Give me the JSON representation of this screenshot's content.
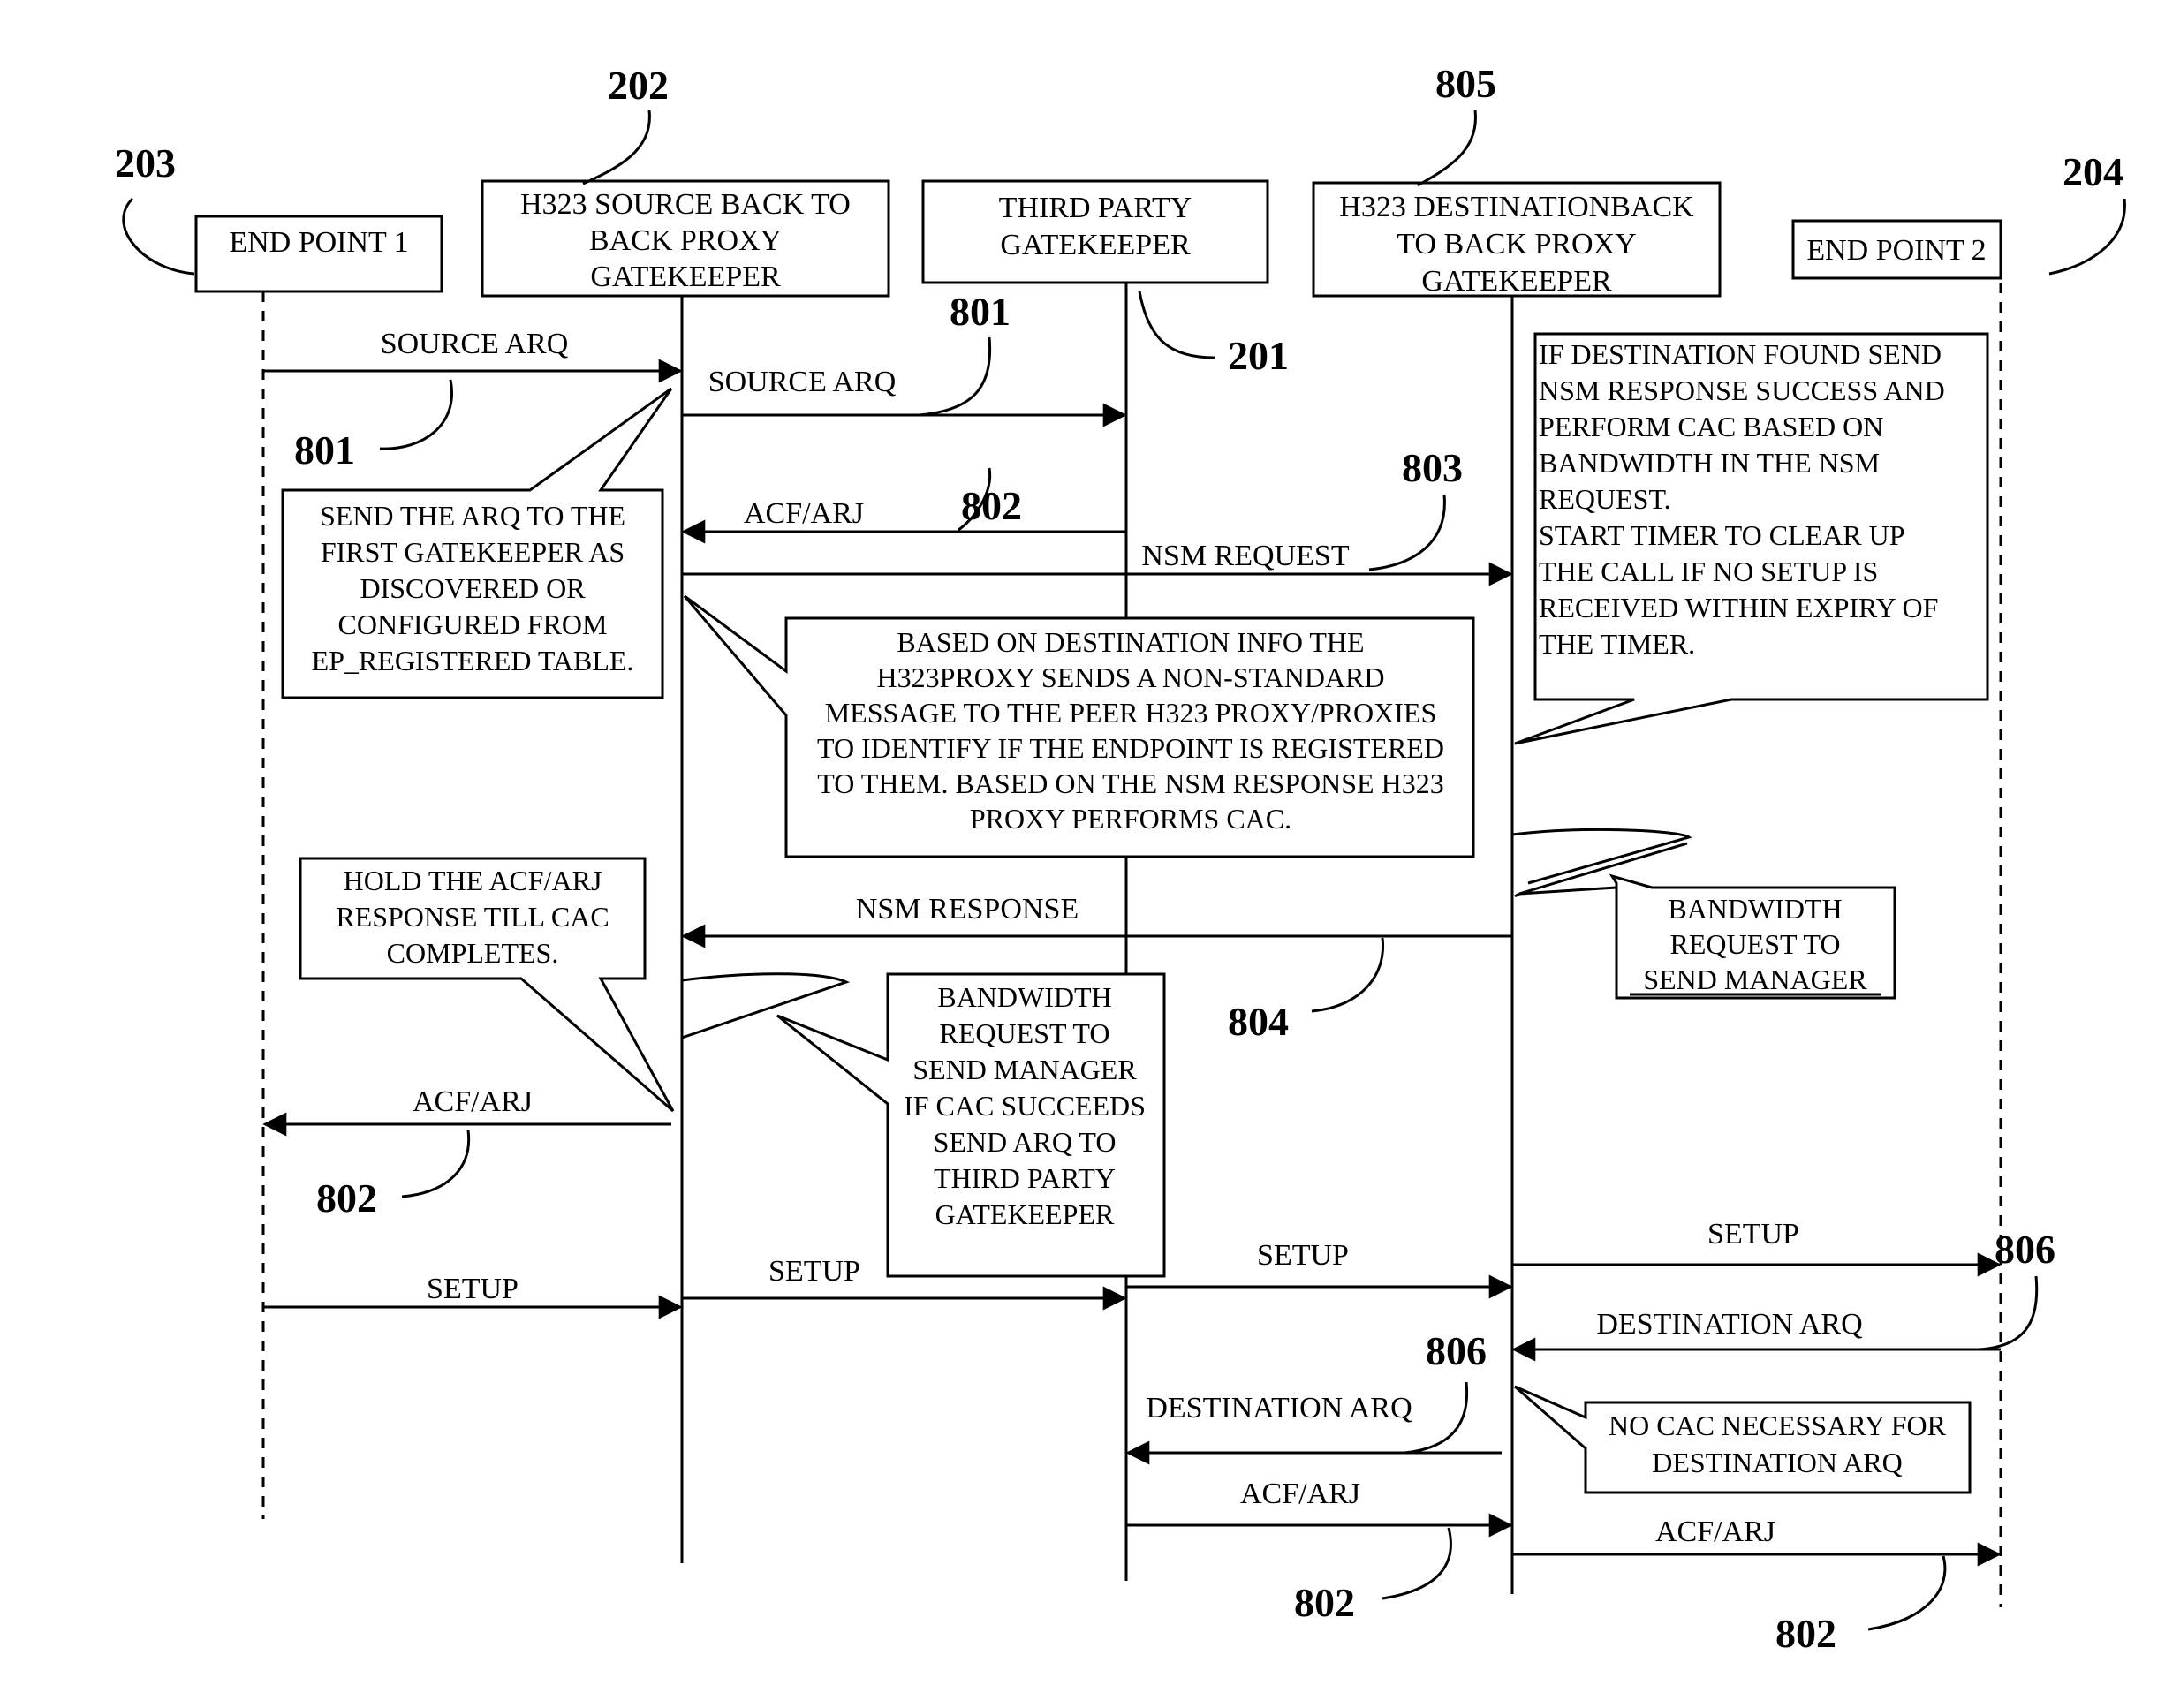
{
  "entities": [
    {
      "id": "ep1",
      "label": [
        "END POINT 1"
      ],
      "ref": "203"
    },
    {
      "id": "src",
      "label": [
        "H323 SOURCE BACK TO",
        "BACK PROXY",
        "GATEKEEPER"
      ],
      "ref": "202"
    },
    {
      "id": "tpg",
      "label": [
        "THIRD PARTY",
        "GATEKEEPER"
      ],
      "ref": "201"
    },
    {
      "id": "dst",
      "label": [
        "H323 DESTINATIONBACK",
        "TO BACK PROXY",
        "GATEKEEPER"
      ],
      "ref": "805"
    },
    {
      "id": "ep2",
      "label": [
        "END POINT 2"
      ],
      "ref": "204"
    }
  ],
  "messages": [
    {
      "label": "SOURCE ARQ",
      "ref": "801"
    },
    {
      "label": "SOURCE ARQ",
      "ref": "801"
    },
    {
      "label": "ACF/ARJ",
      "ref": "802"
    },
    {
      "label": "NSM REQUEST",
      "ref": "803"
    },
    {
      "label": "NSM RESPONSE",
      "ref": "804"
    },
    {
      "label": "ACF/ARJ",
      "ref": "802"
    },
    {
      "label": "SETUP"
    },
    {
      "label": "SETUP"
    },
    {
      "label": "SETUP"
    },
    {
      "label": "SETUP"
    },
    {
      "label": "DESTINATION ARQ",
      "ref": "806"
    },
    {
      "label": "DESTINATION ARQ",
      "ref": "806"
    },
    {
      "label": "ACF/ARJ",
      "ref": "802"
    },
    {
      "label": "ACF/ARJ",
      "ref": "802"
    }
  ],
  "notes": [
    {
      "id": "send-arq",
      "lines": [
        "SEND THE ARQ TO THE",
        "FIRST GATEKEEPER AS",
        "DISCOVERED OR",
        "CONFIGURED FROM",
        "EP_REGISTERED TABLE."
      ]
    },
    {
      "id": "nsm-info",
      "lines": [
        "BASED ON DESTINATION INFO THE",
        "H323PROXY SENDS A NON-STANDARD",
        "MESSAGE TO THE PEER H323 PROXY/PROXIES",
        "TO IDENTIFY IF THE ENDPOINT IS REGISTERED",
        "TO THEM. BASED ON THE NSM RESPONSE H323",
        "PROXY PERFORMS CAC."
      ]
    },
    {
      "id": "dest-found",
      "lines": [
        "IF DESTINATION FOUND SEND",
        "NSM RESPONSE SUCCESS AND",
        "PERFORM CAC BASED ON",
        "BANDWIDTH IN THE NSM",
        "REQUEST.",
        "START TIMER TO CLEAR UP",
        "THE CALL IF NO SETUP IS",
        "RECEIVED WITHIN EXPIRY OF",
        "THE TIMER."
      ]
    },
    {
      "id": "hold-acf",
      "lines": [
        "HOLD THE ACF/ARJ",
        "RESPONSE TILL CAC",
        "COMPLETES."
      ]
    },
    {
      "id": "bw-dst",
      "lines": [
        "BANDWIDTH",
        "REQUEST TO",
        "SEND MANAGER"
      ]
    },
    {
      "id": "bw-src",
      "lines": [
        "BANDWIDTH",
        "REQUEST TO",
        "SEND MANAGER",
        "IF CAC SUCCEEDS",
        "SEND ARQ TO",
        "THIRD PARTY",
        "GATEKEEPER"
      ]
    },
    {
      "id": "no-cac",
      "lines": [
        "NO CAC NECESSARY FOR",
        "DESTINATION ARQ"
      ]
    }
  ]
}
